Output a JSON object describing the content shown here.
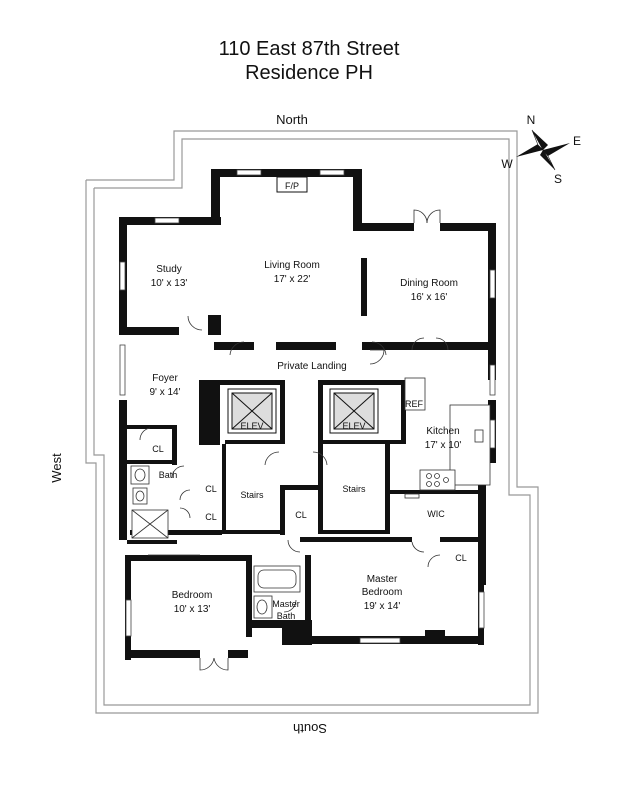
{
  "title": {
    "line1": "110 East 87th Street",
    "line2": "Residence PH"
  },
  "compass": {
    "north": "North",
    "south": "South",
    "west": "West",
    "n": "N",
    "s": "S",
    "e": "E",
    "w": "W"
  },
  "rooms": {
    "living": {
      "name": "Living Room",
      "dims": "17' x 22'",
      "fp": "F/P"
    },
    "dining": {
      "name": "Dining Room",
      "dims": "16' x 16'"
    },
    "study": {
      "name": "Study",
      "dims": "10' x 13'"
    },
    "foyer": {
      "name": "Foyer",
      "dims": "9' x 14'"
    },
    "landing": {
      "name": "Private Landing"
    },
    "kitchen": {
      "name": "Kitchen",
      "dims": "17' x 10'",
      "ref": "REF"
    },
    "elev1": "ELEV",
    "elev2": "ELEV",
    "stairs1": "Stairs",
    "stairs2": "Stairs",
    "bath": "Bath",
    "cl": "CL",
    "wic": "WIC",
    "bedroom": {
      "name": "Bedroom",
      "dims": "10' x 13'"
    },
    "master_bedroom": {
      "line1": "Master",
      "line2": "Bedroom",
      "dims": "19' x 14'"
    },
    "master_bath": {
      "line1": "Master",
      "line2": "Bath"
    }
  }
}
